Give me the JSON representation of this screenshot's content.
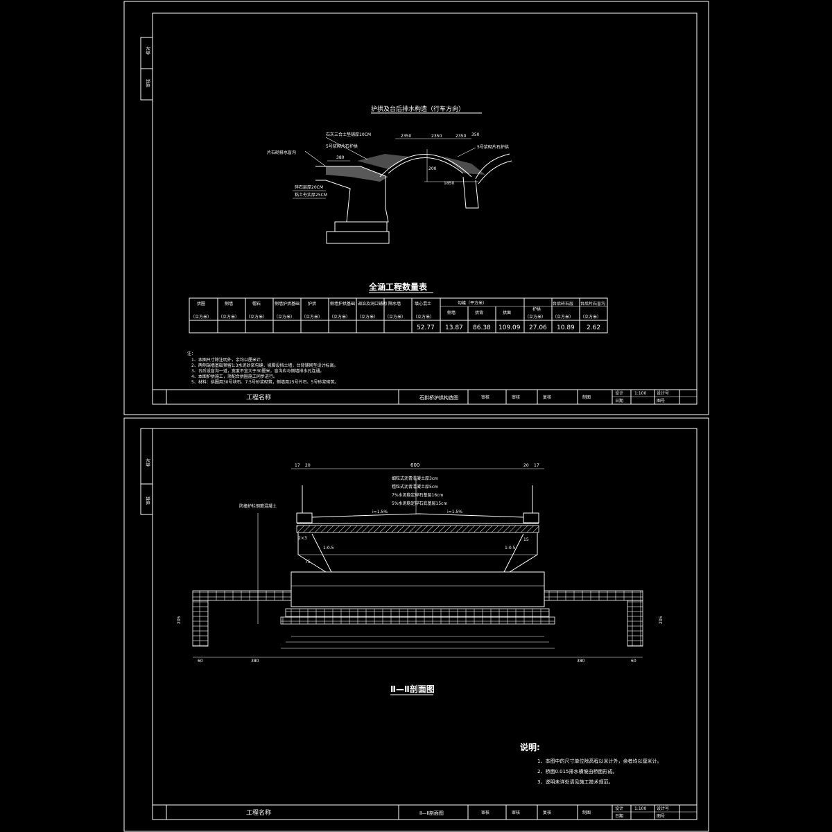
{
  "sheet1": {
    "title": "护拱及台后排水构造（行车方向）",
    "labels": {
      "drain_ditch": "片石砌排水盲沟",
      "pave_thick": "碎石层厚20CM",
      "sand_bed": "粘土夯实厚25CM",
      "note_a": "石灰三合土垫铺厚10CM",
      "note_b": "5号浆砌片石护拱",
      "note_c": "5号浆砌片石护拱"
    },
    "dims": {
      "d1": "2350",
      "d2": "2350",
      "d3": "2350",
      "d4": "1850",
      "d5": "350",
      "d6": "200",
      "d7": "380"
    },
    "table_title": "全涵工程数量表",
    "table": {
      "headers": [
        "拱圈",
        "侧墙",
        "帽石",
        "侧墙护拱基础",
        "护拱",
        "侧墙护拱基础",
        "调治及洞口铺砌",
        "隔水墙",
        "填心混土",
        "勾缝（平方米）",
        "护拱",
        "台后碎石层",
        "台后片石盲沟"
      ],
      "sub_headers": [
        "侧墙",
        "拱背",
        "拱面"
      ],
      "unit": "（立方米）",
      "values": [
        "52.77",
        "13.87",
        "86.38",
        "109.09",
        "27.06",
        "10.89",
        "2.62"
      ]
    },
    "notes_title": "注：",
    "notes": [
      "1、本图尺寸除注明外，余均以厘米计。",
      "2、两侧端墙基础预留1:3水泥砂浆勾缝，坡脚设挡土墙，台背铺砌至设计标高。",
      "3、台后设盲沟一道，宽度不宜大于30厘米，盲沟应与侧墙排水孔连通。",
      "4、本图护拱施工，须配合拱圈施工同步进行。",
      "5、材料：拱圈用30号块石、7.5号砂浆砌筑，侧墙用25号片石、5号砂浆砌筑。"
    ],
    "titleblock": {
      "project": "工程名称",
      "drawing": "石拱桥护拱构造图",
      "r1": "审核",
      "r2": "审核",
      "r3": "复核",
      "r4": "设计",
      "r5": "制图",
      "date": "日期",
      "scale": "1:100",
      "sheet": "设计号",
      "no": "图号"
    }
  },
  "sheet2": {
    "top_dim": "600",
    "dims_small": [
      "17",
      "20",
      "20",
      "17"
    ],
    "layers": [
      "细粒式沥青混凝土厚3cm",
      "粗粒式沥青混凝土厚5cm",
      "7%水泥稳定碎石基层16cm",
      "5%水泥稳定碎石底基层15cm"
    ],
    "slope_l": "i=1.5%",
    "slope_r": "i=1.5%",
    "left_label": "防撞护栏钢筋混凝土",
    "side_dims": [
      "205",
      "205"
    ],
    "bottom_dims": [
      "60",
      "380",
      "380",
      "60"
    ],
    "inner_labels": [
      "75",
      "15",
      "2×3",
      "1:0.5",
      "1:0.5"
    ],
    "section_title": "Ⅱ—Ⅱ剖面图",
    "notes_title": "说明:",
    "notes": [
      "1、本图中的尺寸单位除高程以米计外，余者均以厘米计。",
      "2、桥面0.015排水横坡由桥面形成。",
      "3、说明未详处请见施工技术规范。"
    ],
    "titleblock": {
      "project": "工程名称",
      "drawing": "Ⅱ—Ⅱ剖面图",
      "r1": "审核",
      "r2": "审核",
      "r3": "复核",
      "r4": "设计",
      "r5": "制图",
      "date": "日期",
      "scale": "1:100",
      "sheet": "设计号",
      "no": "图号"
    }
  },
  "side_tabs": [
    "校对",
    "审核"
  ]
}
